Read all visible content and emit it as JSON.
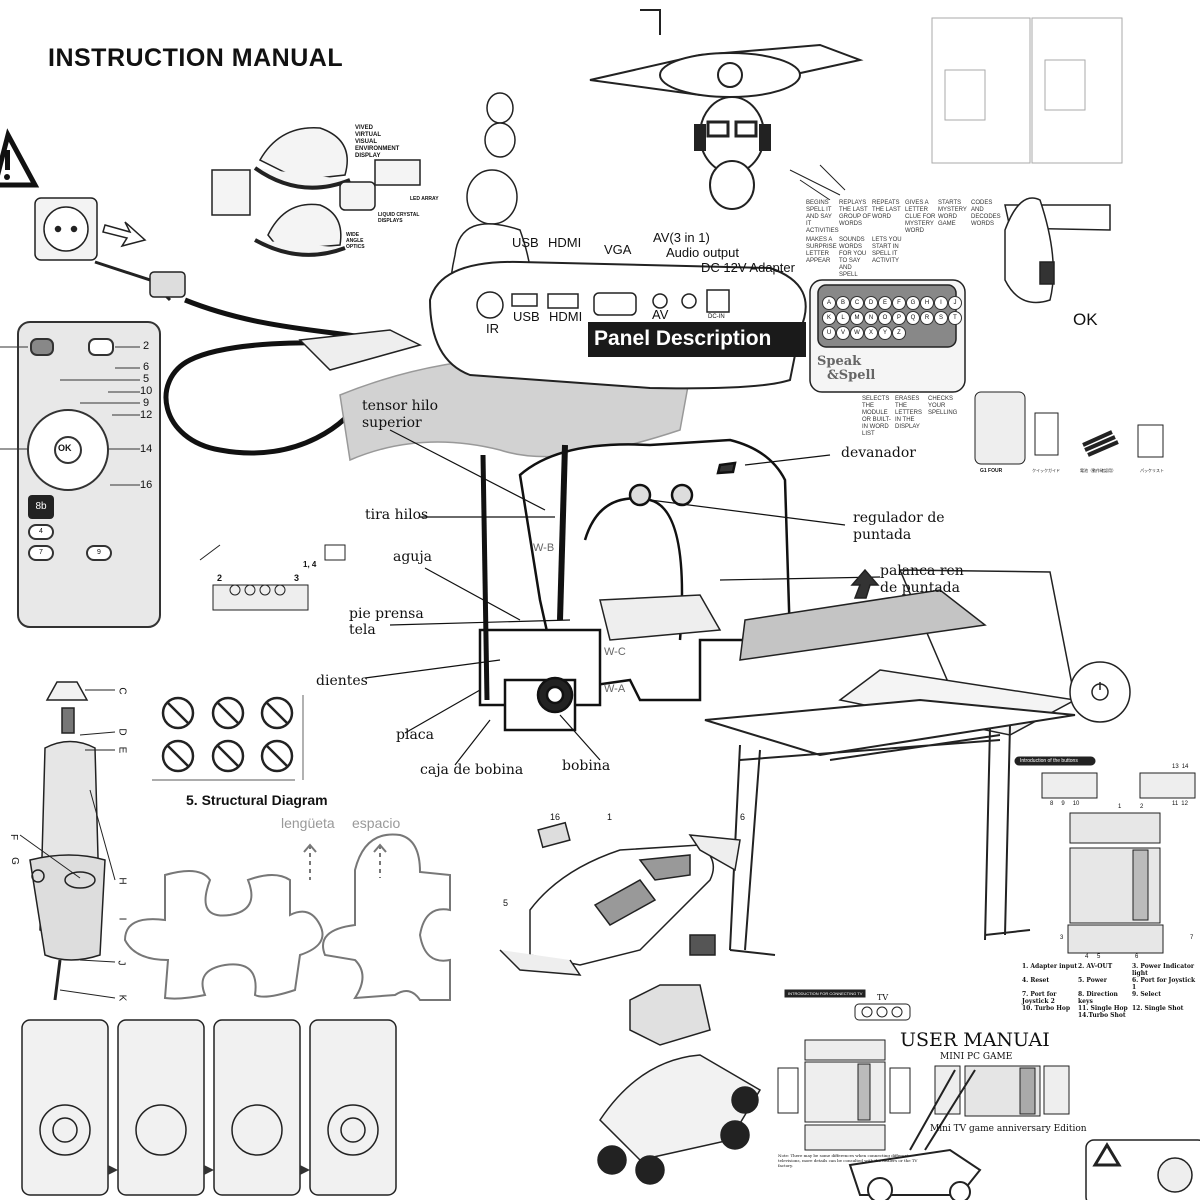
{
  "header": {
    "title": "INSTRUCTION MANUAL"
  },
  "vr_headset": {
    "title_lines": [
      "VIVED",
      "VIRTUAL",
      "VISUAL",
      "ENVIRONMENT",
      "DISPLAY"
    ],
    "labels": {
      "led_array": "LED ARRAY",
      "lcd": "LIQUID CRYSTAL DISPLAYS",
      "optics": "WIDE ANGLE OPTICS"
    }
  },
  "projector": {
    "top_ports": {
      "usb": "USB",
      "hdmi": "HDMI",
      "vga": "VGA",
      "av": "AV(3 in 1)",
      "audio": "Audio output",
      "dc": "DC 12V Adapter"
    },
    "bottom_ports": {
      "ir": "IR",
      "usb": "USB",
      "hdmi": "HDMI",
      "av": "AV",
      "dc": "DC-IN"
    },
    "banner": "Panel Description"
  },
  "remote": {
    "callouts": [
      "2",
      "6",
      "5",
      "10",
      "9",
      "12",
      "14",
      "16"
    ],
    "buttons": {
      "ok": "OK",
      "eight_b": "8b",
      "four": "4",
      "seven": "7",
      "nine": "9"
    }
  },
  "speak_spell": {
    "brand_line1": "Speak",
    "brand_line2": "&Spell",
    "top_notes": [
      "BEGINS SPELL IT AND SAY IT ACTIVITIES",
      "REPLAYS THE LAST GROUP OF WORDS",
      "REPEATS THE LAST WORD",
      "GIVES A LETTER CLUE FOR MYSTERY WORD",
      "STARTS MYSTERY WORD GAME",
      "CODES AND DECODES WORDS",
      "MAKES A SURPRISE LETTER APPEAR",
      "SOUNDS WORDS FOR YOU TO SAY AND SPELL",
      "LETS YOU START IN SPELL IT ACTIVITY"
    ],
    "bottom_notes": [
      "SELECTS THE MODULE OR BUILT-IN WORD LIST",
      "ERASES THE LETTERS IN THE DISPLAY",
      "CHECKS YOUR SPELLING"
    ],
    "keys": [
      "A",
      "B",
      "C",
      "D",
      "E",
      "F",
      "G",
      "H",
      "I",
      "J",
      "K",
      "L",
      "M",
      "N",
      "O",
      "P",
      "Q",
      "R",
      "S",
      "T",
      "U",
      "V",
      "W",
      "X",
      "Y",
      "Z"
    ]
  },
  "hand_ok": {
    "label": "OK"
  },
  "zoom_g1": {
    "device": "G1 FOUR",
    "items": [
      "クイックガイド",
      "電池（動作確認用）",
      "パッケリスト"
    ]
  },
  "sewing_machine": {
    "labels": {
      "tensor": "tensor hilo superior",
      "tensor_line1": "tensor hilo",
      "tensor_line2": "superior",
      "devanador": "devanador",
      "tira_hilos": "tira hilos",
      "regulador_line1": "regulador de",
      "regulador_line2": "puntada",
      "aguja": "aguja",
      "palanca_line1": "palanca ren",
      "palanca_line2": "de puntada",
      "pie_line1": "pie prensa",
      "pie_line2": "tela",
      "dientes": "dientes",
      "placa": "placa",
      "caja": "caja de bobina",
      "bobina": "bobina"
    },
    "parts": {
      "wb": "W-B",
      "wc": "W-C",
      "wa": "W-A"
    }
  },
  "dremel": {
    "letters": [
      "C",
      "D",
      "E",
      "F",
      "G",
      "H",
      "I",
      "J",
      "K"
    ]
  },
  "structural": {
    "title": "5. Structural Diagram",
    "tab": "lengüeta",
    "space": "espacio"
  },
  "multieffect": {
    "callouts": [
      "2",
      "3",
      "1, 4"
    ]
  },
  "car_kit": {
    "parts": [
      "16",
      "1",
      "6",
      "5"
    ]
  },
  "nes": {
    "intro_banner": "Introduction of the buttons",
    "controller_numbers": [
      "8",
      "9",
      "10",
      "13",
      "14",
      "11",
      "12"
    ],
    "console_numbers": [
      "1",
      "2",
      "3",
      "4",
      "5",
      "6",
      "7"
    ],
    "legend": [
      "1. Adapter input",
      "2. AV-OUT",
      "3. Power Indicator light",
      "4. Reset",
      "5. Power",
      "6. Port for Joystick 1",
      "7. Port for Joystick 2",
      "8. Direction keys",
      "9. Select",
      "10. Turbo Hop",
      "11. Single Hop",
      "12. Single Shot",
      "14.Turbo Shot"
    ],
    "manual_title": "USER MANUAI",
    "manual_subtitle": "MINI PC GAME",
    "edition": "Mini TV game anniversary Edition",
    "connect_banner": "INTRODUCTION FOR CONNECTING TV",
    "tv_label": "TV",
    "note": "Note: There may be some differences when connecting different televisions, more details can be consulted with the dealers or the TV factory."
  },
  "colors": {
    "ink": "#111111",
    "gray_fill": "#bdbdbd",
    "banner_bg": "#1a1a1a",
    "stone": "#cfcfcf"
  }
}
